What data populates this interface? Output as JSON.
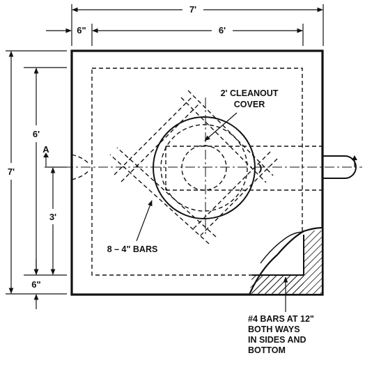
{
  "dimensions": {
    "overall_width": "7'",
    "wall_left": "6\"",
    "inner_width": "6'",
    "overall_height": "7'",
    "upper_span": "6'",
    "lower_span": "3'",
    "bottom_wall": "6\""
  },
  "section_marker": "A",
  "labels": {
    "cover_line1": "2' CLEANOUT",
    "cover_line2": "COVER",
    "bars_diag": "8 – 4\" BARS",
    "rebar_line1": "#4 BARS AT 12\"",
    "rebar_line2": "BOTH WAYS",
    "rebar_line3": "IN SIDES AND",
    "rebar_line4": "BOTTOM"
  },
  "colors": {
    "ink": "#111111",
    "paper": "#ffffff"
  }
}
